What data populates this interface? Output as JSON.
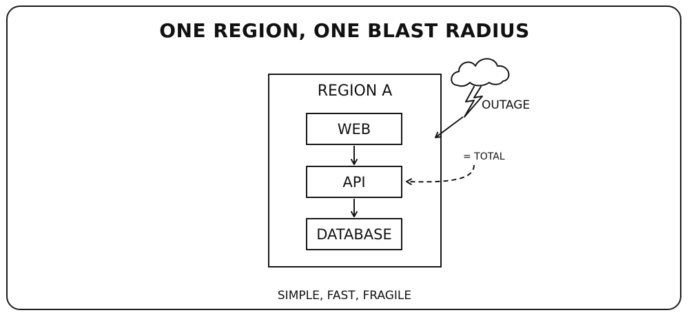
{
  "diagram": {
    "title": "ONE REGION, ONE BLAST RADIUS",
    "region_label": "REGION A",
    "nodes": [
      {
        "id": "web",
        "label": "WEB"
      },
      {
        "id": "api",
        "label": "API"
      },
      {
        "id": "database",
        "label": "DATABASE"
      }
    ],
    "edges": [
      {
        "from": "web",
        "to": "api"
      },
      {
        "from": "api",
        "to": "database"
      }
    ],
    "outage_label": "OUTAGE",
    "impact_label": "= TOTAL",
    "caption": "SIMPLE, FAST, FRAGILE",
    "icons": [
      "storm-cloud-icon",
      "lightning-bolt-icon"
    ]
  }
}
